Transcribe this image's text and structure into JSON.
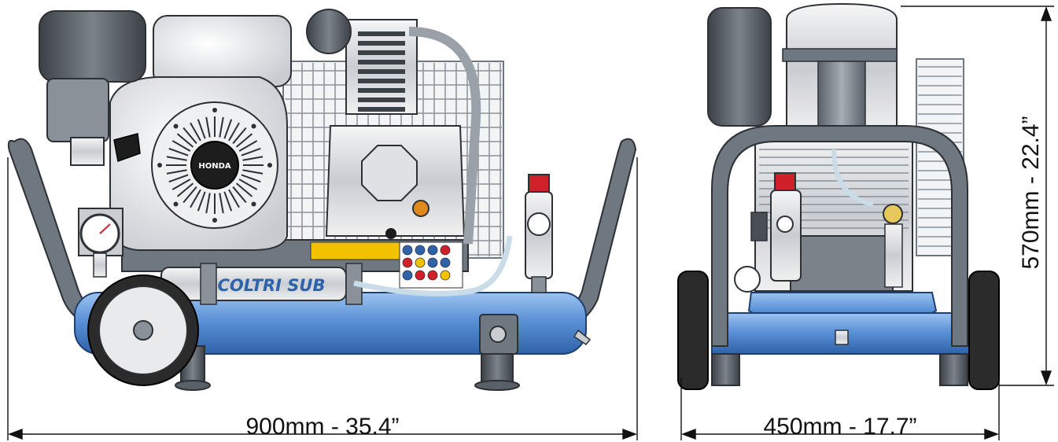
{
  "dimensions": {
    "width_label": "900mm - 35.4”",
    "depth_label": "450mm - 17.7”",
    "height_label": "570mm - 22.4”"
  },
  "brand": {
    "engine_brand": "HONDA",
    "product_brand": "COLTRI SUB"
  },
  "colors": {
    "tank_blue": "#5b92d8",
    "frame_grey": "#6f7780",
    "wheel_black": "#2b2b2b",
    "valve_red": "#d0202a",
    "warning_yellow": "#f2c200"
  }
}
